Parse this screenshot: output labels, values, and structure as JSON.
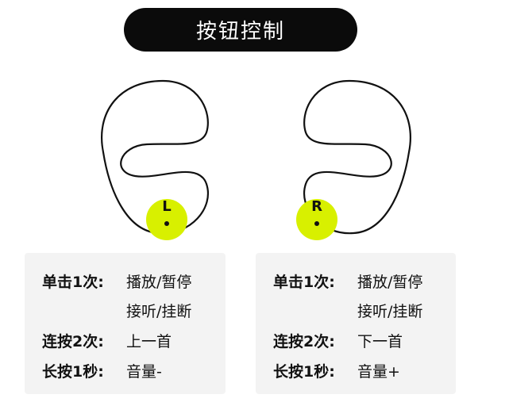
{
  "header": {
    "title": "按钮控制"
  },
  "colors": {
    "accent": "#d8f000",
    "pill_bg": "#0b0b0b",
    "panel_bg": "#f3f3f3"
  },
  "earbuds": {
    "left": {
      "marker": "L"
    },
    "right": {
      "marker": "R"
    }
  },
  "left_panel": {
    "rows": [
      {
        "label": "单击1次:",
        "value": "播放/暂停"
      },
      {
        "label": "",
        "value": "接听/挂断"
      },
      {
        "label": "连按2次:",
        "value": "上一首"
      },
      {
        "label": "长按1秒:",
        "value": "音量-"
      }
    ]
  },
  "right_panel": {
    "rows": [
      {
        "label": "单击1次:",
        "value": "播放/暂停"
      },
      {
        "label": "",
        "value": "接听/挂断"
      },
      {
        "label": "连按2次:",
        "value": "下一首"
      },
      {
        "label": "长按1秒:",
        "value": "音量+"
      }
    ]
  }
}
